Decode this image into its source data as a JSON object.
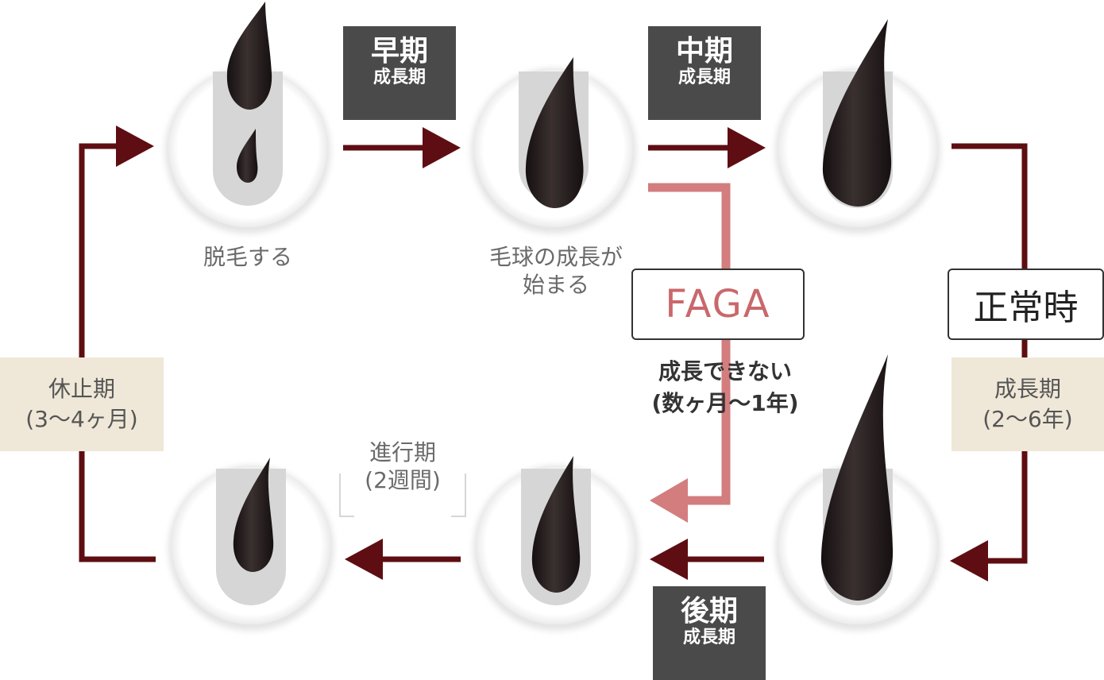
{
  "stages": {
    "early": {
      "title": "早期",
      "subtitle": "成長期"
    },
    "middle": {
      "title": "中期",
      "subtitle": "成長期"
    },
    "late": {
      "title": "後期",
      "subtitle": "成長期"
    }
  },
  "captions": {
    "shedding": "脱毛する",
    "bulb_line1": "毛球の成長が",
    "bulb_line2": "始まる",
    "regression_line1": "進行期",
    "regression_line2": "(2週間)"
  },
  "side_labels": {
    "resting_line1": "休止期",
    "resting_line2": "(3〜4ヶ月)",
    "growth_line1": "成長期",
    "growth_line2": "(2〜6年)"
  },
  "faga": {
    "label": "FAGA",
    "note_line1": "成長できない",
    "note_line2": "(数ヶ月〜1年)"
  },
  "normal": {
    "label": "正常時"
  },
  "colors": {
    "arrow": "#5e0e12",
    "faga_arrow": "#d37d7f",
    "faga_text": "#c9686c",
    "hair": "#221b1b",
    "follicle": "#d6d6d6",
    "dark_box": "#4a4a4a",
    "beige_box": "#efe8d8"
  }
}
